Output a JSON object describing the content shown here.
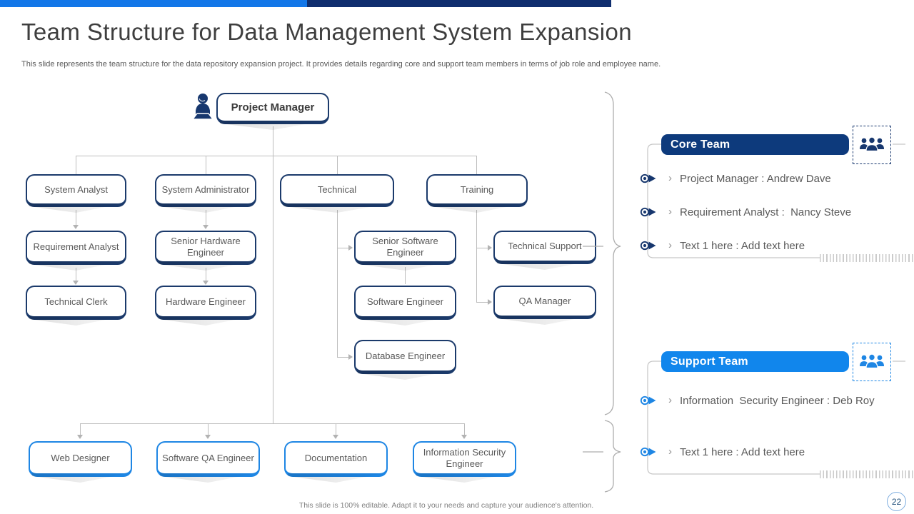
{
  "slide": {
    "title": "Team Structure for Data Management System Expansion",
    "subtitle": "This slide represents the team structure for the data repository expansion project. It provides details regarding core and support team members in terms of job role and employee name.",
    "footer_note": "This slide is 100% editable.  Adapt it to your needs and capture your audience's attention.",
    "page_number": "22"
  },
  "org": {
    "project_manager": "Project Manager",
    "nodes": {
      "system_analyst": "System Analyst",
      "system_administrator": "System Administrator",
      "technical": "Technical",
      "training": "Training",
      "requirement_analyst": "Requirement Analyst",
      "senior_hardware_engineer": "Senior Hardware Engineer",
      "senior_software_engineer": "Senior Software Engineer",
      "technical_support": "Technical Support",
      "technical_clerk": "Technical Clerk",
      "hardware_engineer": "Hardware Engineer",
      "software_engineer": "Software Engineer",
      "qa_manager": "QA Manager",
      "database_engineer": "Database Engineer",
      "web_designer": "Web Designer",
      "software_qa_engineer": "Software QA Engineer",
      "documentation": "Documentation",
      "information_security_engineer": "Information Security Engineer"
    }
  },
  "core_team": {
    "title": "Core Team",
    "items": [
      "Project Manager : Andrew Dave",
      "Requirement Analyst :  Nancy Steve",
      "Text 1 here : Add text here"
    ]
  },
  "support_team": {
    "title": "Support Team",
    "items": [
      "Information  Security Engineer : Deb Roy",
      "Text 1 here : Add text here"
    ]
  },
  "glyphs": {
    "chevron": "›"
  },
  "icons": {
    "project_manager": "presenter-icon",
    "team_badge": "team-icon",
    "bullet": "eye-arrow-icon"
  },
  "colors": {
    "accent_blue": "#1377E8",
    "bright_blue": "#1186EC",
    "navy": "#17376E",
    "header_navy": "#0D3A7C",
    "node_border_navy": "#1B3A6B",
    "node_border_blue": "#1E86E4",
    "connector_gray": "#BDBDBD",
    "text_gray": "#595959"
  }
}
